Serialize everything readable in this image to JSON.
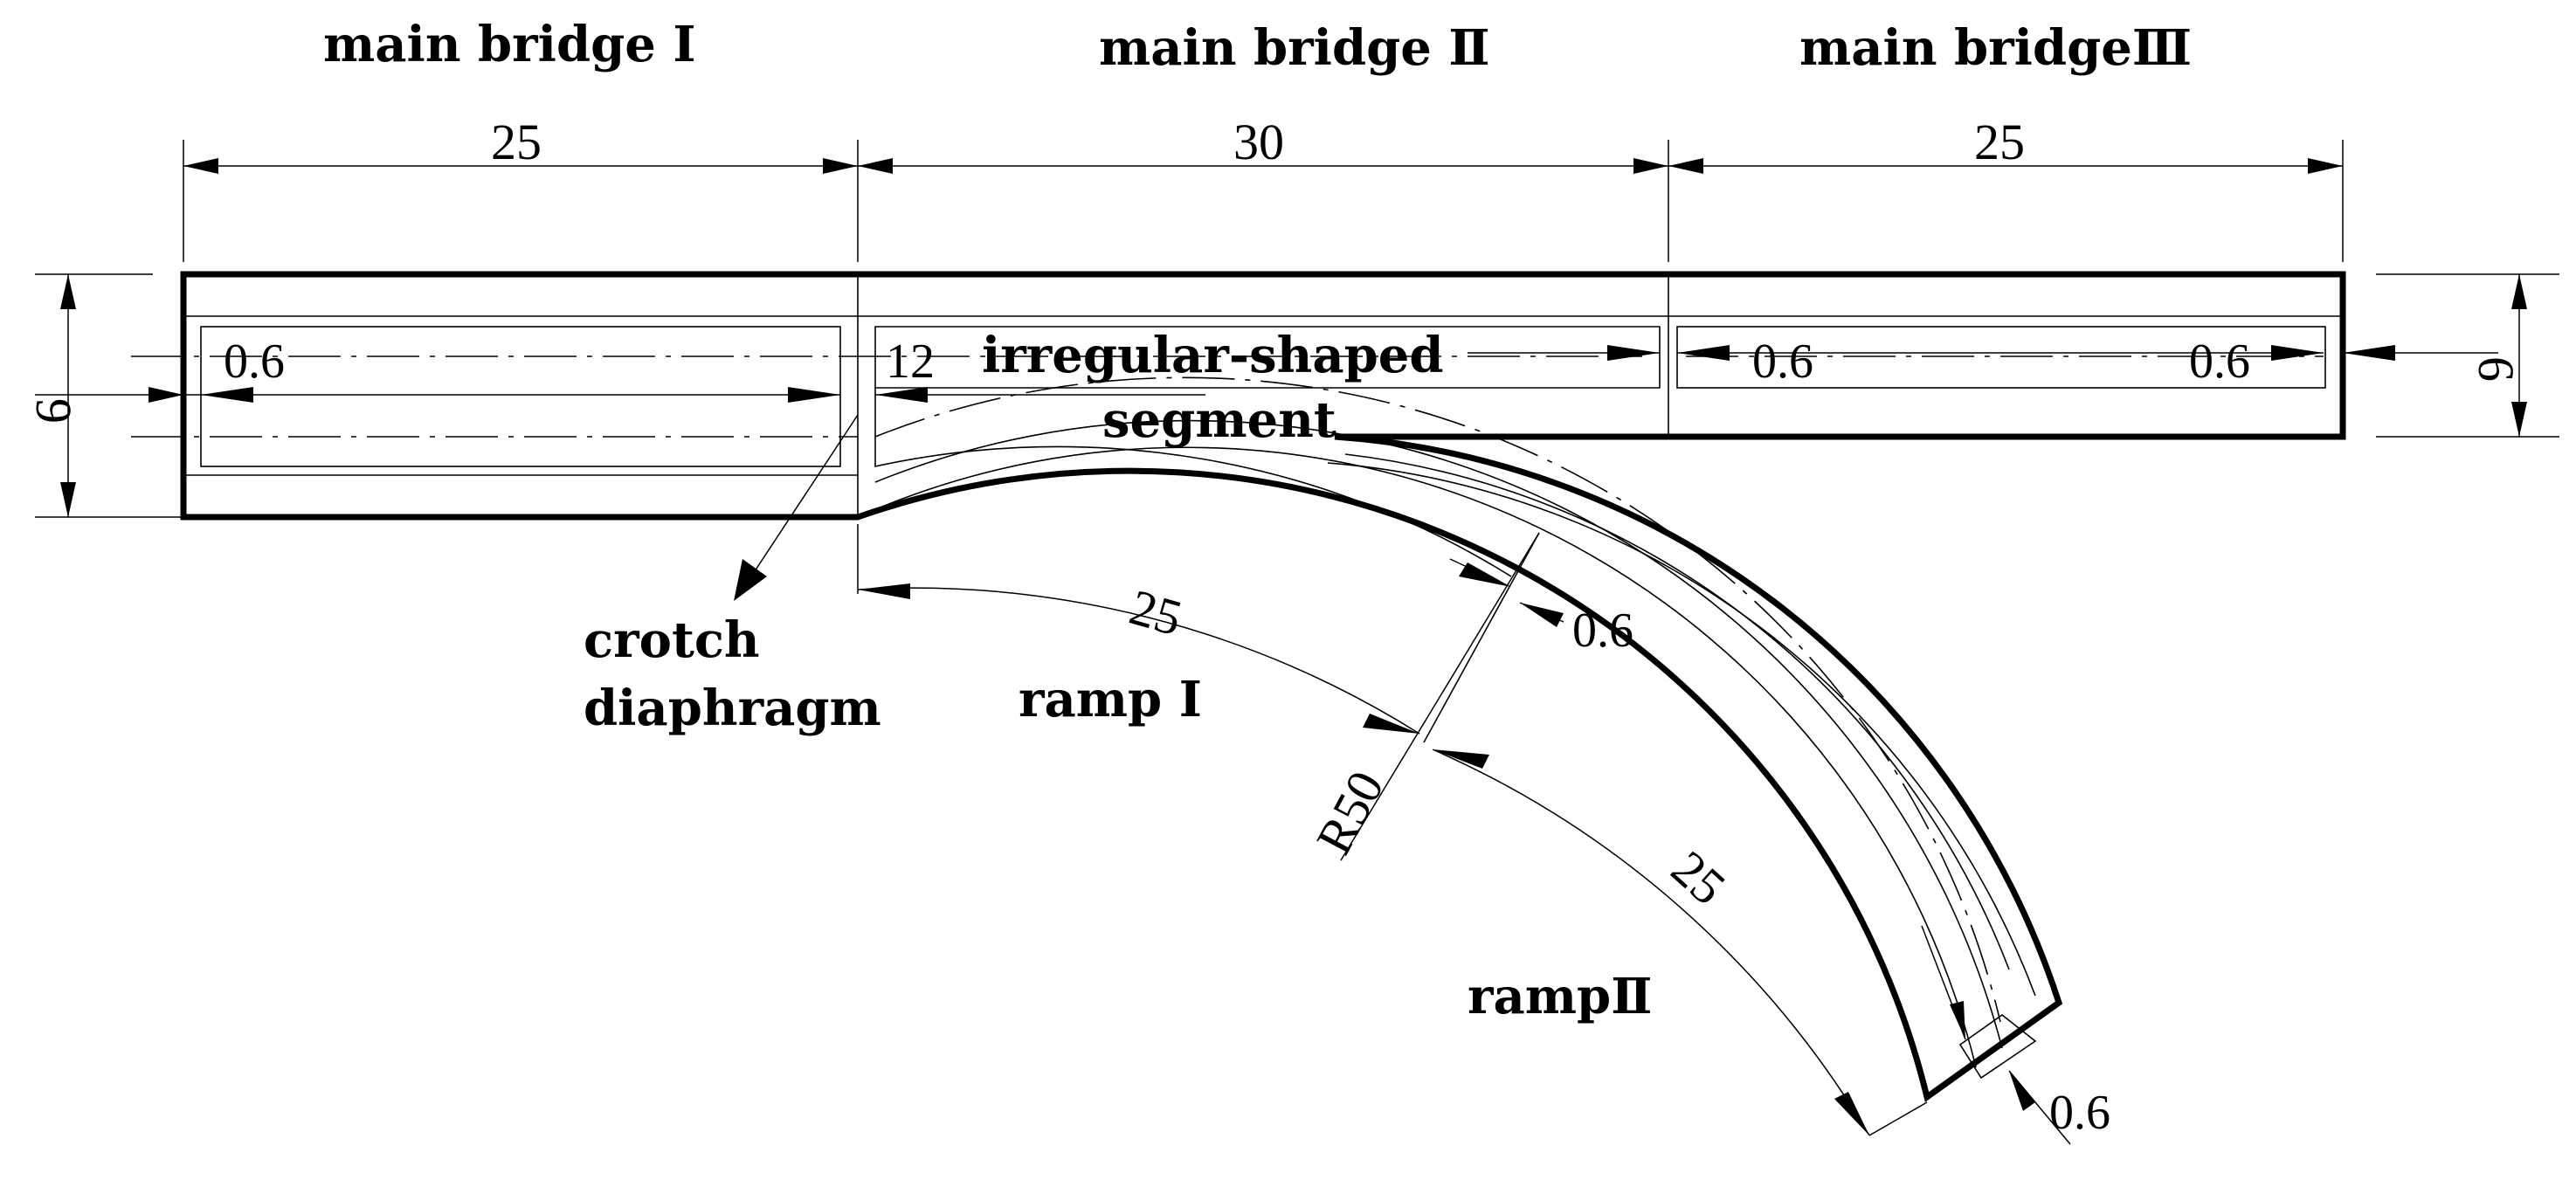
{
  "labels": {
    "main_bridge_1": "main bridge Ⅰ",
    "main_bridge_2": "main bridge Ⅱ",
    "main_bridge_3": "main bridgeⅢ",
    "irregular_1": "irregular-shaped",
    "irregular_2": "segment",
    "crotch_1": "crotch",
    "crotch_2": "diaphragm",
    "ramp_1": "ramp Ⅰ",
    "ramp_2": "rampⅡ"
  },
  "dimensions": {
    "span_main_1": "25",
    "span_main_2": "30",
    "span_main_3": "25",
    "width_left": "9",
    "width_right": "6",
    "web_a": "0.6",
    "web_b": "12",
    "web_c": "0.6",
    "web_d": "0.6",
    "ramp_span_1": "25",
    "ramp_span_2": "25",
    "radius": "R50",
    "ramp_web_1": "0.6",
    "ramp_web_2": "0.6"
  }
}
